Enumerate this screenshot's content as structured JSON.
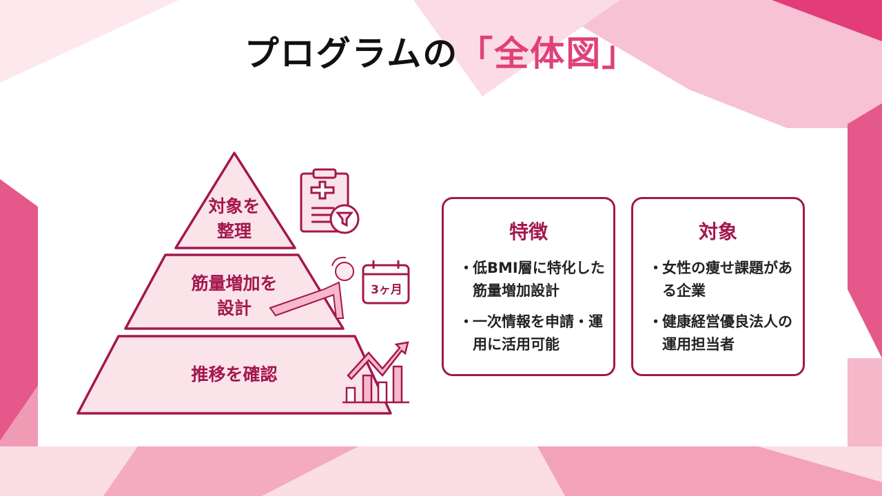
{
  "title": {
    "main": "プログラムの",
    "accent": "「全体図」"
  },
  "pyramid": {
    "top": [
      "対象を",
      "整理"
    ],
    "middle": [
      "筋量増加を",
      "設計"
    ],
    "bottom": "推移を確認"
  },
  "calendar_label": "3ヶ月",
  "cards": [
    {
      "heading": "特徴",
      "items": [
        "低BMI層に特化した筋量増加設計",
        "一次情報を申請・運用に活用可能"
      ]
    },
    {
      "heading": "対象",
      "items": [
        "女性の痩せ課題がある企業",
        "健康経営優良法人の運用担当者"
      ]
    }
  ],
  "colors": {
    "accent": "#e0417a",
    "stroke": "#a3174c",
    "fill": "#fbe3ea"
  }
}
